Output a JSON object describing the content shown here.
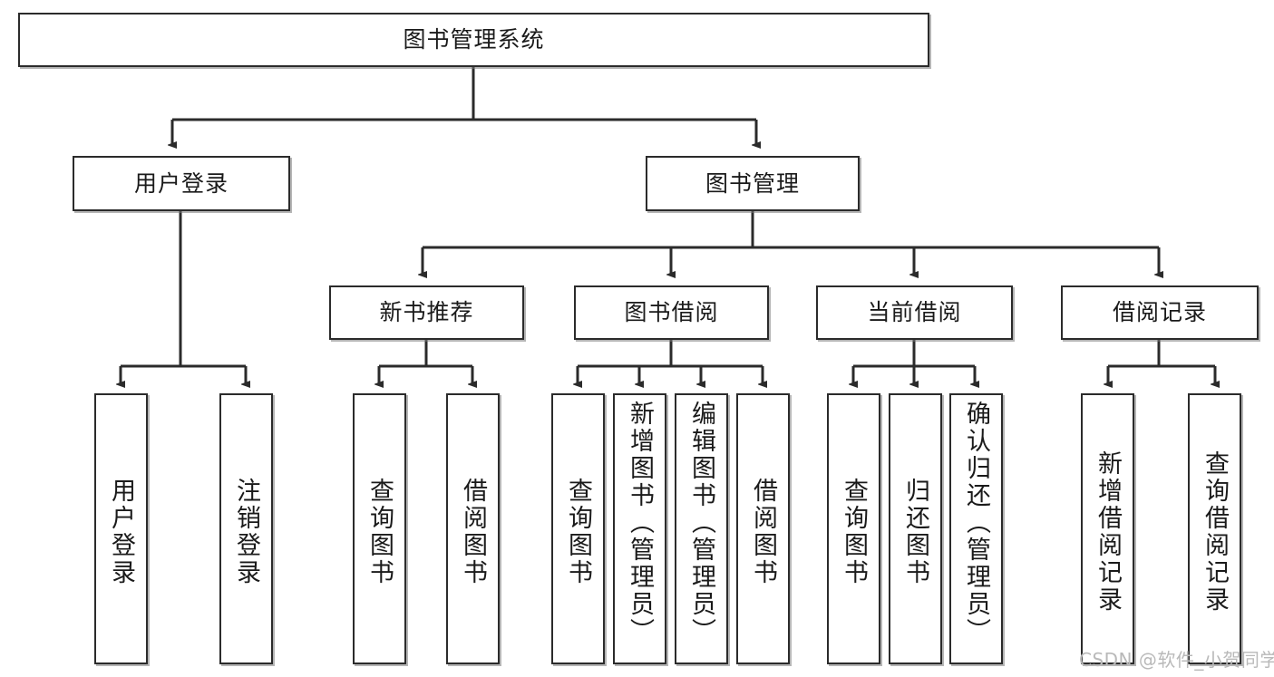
{
  "diagram": {
    "title": "图书管理系统",
    "type": "tree",
    "stroke_color": "#2b2b2b",
    "background": "#ffffff",
    "text_color": "#1a1a1a",
    "watermark": "CSDN @软件_小贺同学",
    "watermark_color": "#b9b9b9",
    "root": {
      "label": "图书管理系统"
    },
    "level2": [
      {
        "label": "用户登录"
      },
      {
        "label": "图书管理"
      }
    ],
    "level3": [
      {
        "label": "新书推荐"
      },
      {
        "label": "图书借阅"
      },
      {
        "label": "当前借阅"
      },
      {
        "label": "借阅记录"
      }
    ],
    "leaves": {
      "user_login": [
        {
          "label": "用户登录"
        },
        {
          "label": "注销登录"
        }
      ],
      "new_book_recommend": [
        {
          "label": "查询图书"
        },
        {
          "label": "借阅图书"
        }
      ],
      "book_borrow": [
        {
          "label": "查询图书"
        },
        {
          "label": "新增图书（管理员）"
        },
        {
          "label": "编辑图书（管理员）"
        },
        {
          "label": "借阅图书"
        }
      ],
      "current_borrow": [
        {
          "label": "查询图书"
        },
        {
          "label": "归还图书"
        },
        {
          "label": "确认归还（管理员）"
        }
      ],
      "borrow_record": [
        {
          "label": "新增借阅记录"
        },
        {
          "label": "查询借阅记录"
        }
      ]
    }
  }
}
